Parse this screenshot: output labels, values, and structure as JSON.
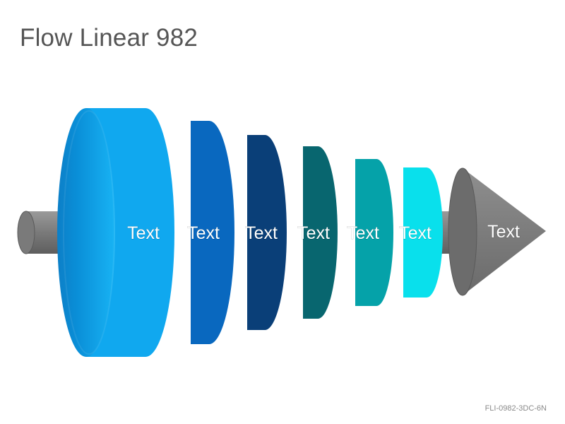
{
  "title": "Flow Linear 982",
  "code": "FLI-0982-3DC-6N",
  "stages": [
    {
      "label": "Text",
      "color": "#10a8ef"
    },
    {
      "label": "Text",
      "color": "#0968bf"
    },
    {
      "label": "Text",
      "color": "#0a3f78"
    },
    {
      "label": "Text",
      "color": "#08666f"
    },
    {
      "label": "Text",
      "color": "#05a2a9"
    },
    {
      "label": "Text",
      "color": "#09e0ec"
    }
  ],
  "arrow": {
    "label": "Text",
    "color": "#7c7c7c"
  },
  "shaft_color": "#808080"
}
